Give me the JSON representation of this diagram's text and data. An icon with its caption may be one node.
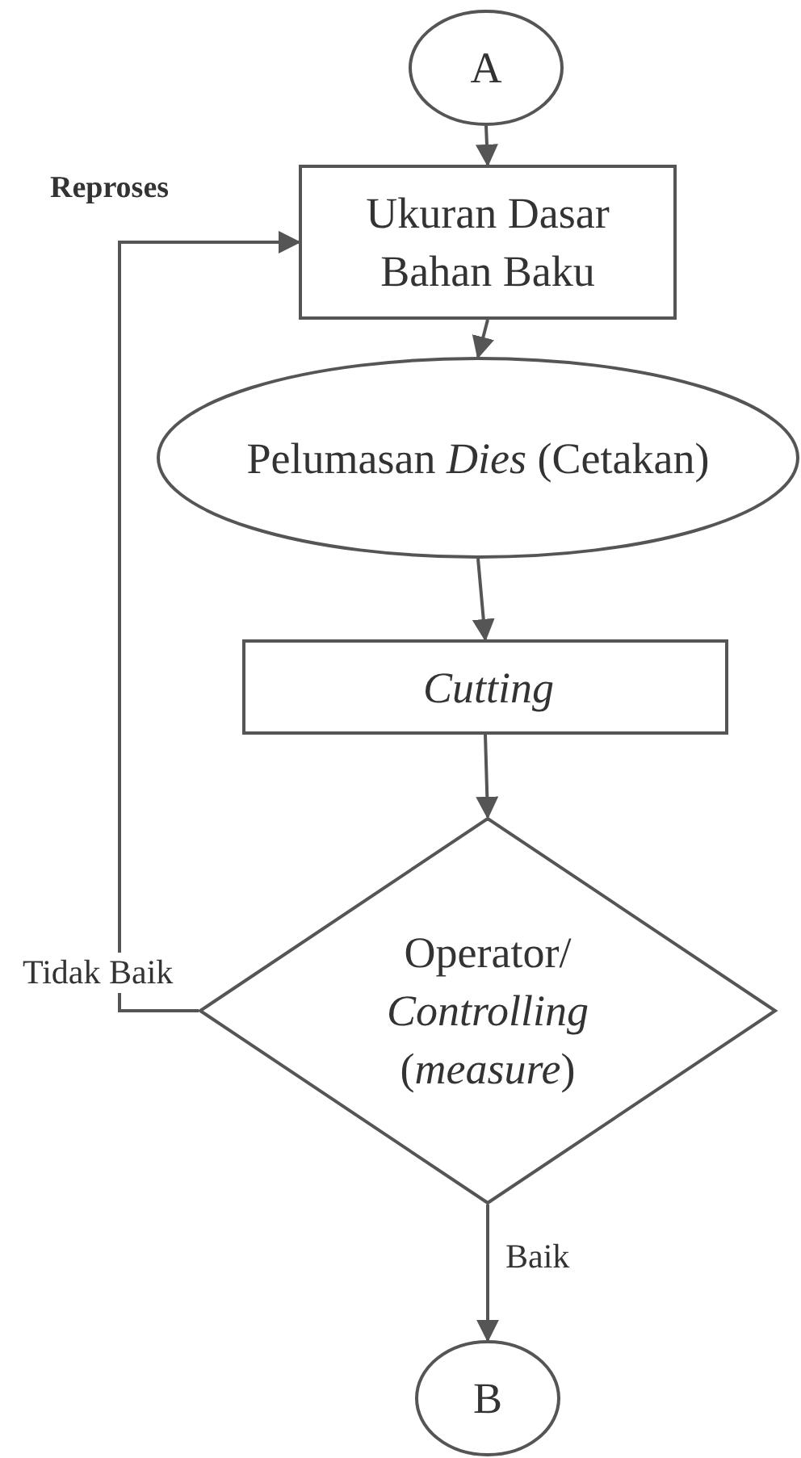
{
  "diagram": {
    "nodes": [
      {
        "text": [
          "A"
        ]
      },
      {
        "text": [
          "Ukuran Dasar Bahan Baku"
        ]
      },
      {
        "text": [
          "Pelumasan *Dies* (Cetakan)"
        ]
      },
      {
        "text": [
          "Cutting"
        ]
      },
      {
        "text": [
          "Operator/ *Controlling* (*measure*)"
        ]
      },
      {
        "text": [
          "B"
        ]
      }
    ],
    "edges": [
      {
        "from": 0,
        "to": 1,
        "arrow": "to"
      },
      {
        "from": 1,
        "to": 2,
        "arrow": "to"
      },
      {
        "from": 2,
        "to": 3,
        "arrow": "to"
      },
      {
        "from": 3,
        "to": 4,
        "arrow": "to"
      },
      {
        "from": 4,
        "to": 1,
        "arrow": "to",
        "label": "Tidak Baik"
      },
      {
        "from": 4,
        "to": 5,
        "arrow": "to",
        "label": "Baik"
      }
    ],
    "labels": [
      "Reproses"
    ]
  }
}
